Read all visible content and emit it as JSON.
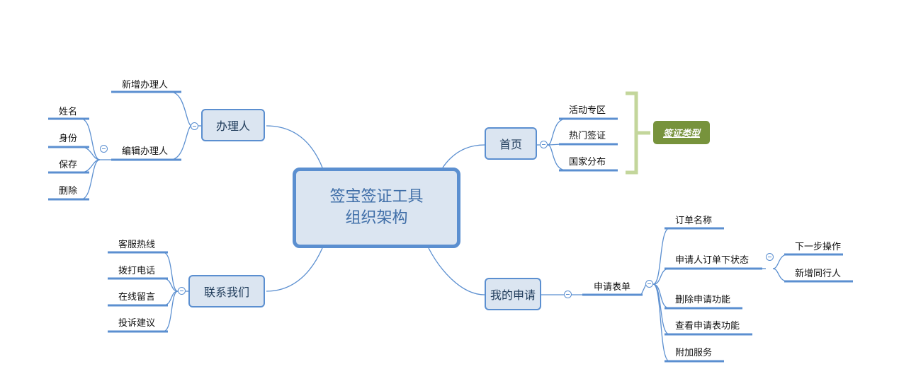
{
  "root": {
    "line1": "签宝签证工具",
    "line2": "组织架构"
  },
  "branches": {
    "banliren": {
      "label": "办理人",
      "children": [
        "新增办理人",
        "编辑办理人"
      ],
      "sub": [
        "姓名",
        "身份",
        "保存",
        "删除"
      ]
    },
    "lianxi": {
      "label": "联系我们",
      "children": [
        "客服热线",
        "拨打电话",
        "在线留言",
        "投诉建议"
      ]
    },
    "shouye": {
      "label": "首页",
      "children": [
        "活动专区",
        "热门签证",
        "国家分布"
      ],
      "summary": "签证类型"
    },
    "shenqing": {
      "label": "我的申请",
      "form": "申请表单",
      "children": [
        "订单名称",
        "申请人订单下状态",
        "删除申请功能",
        "查看申请表功能",
        "附加服务"
      ],
      "status_children": [
        "下一步操作",
        "新增同行人"
      ]
    }
  },
  "colors": {
    "line": "#5b8fd0",
    "node_fill": "#dbe5f1",
    "bracket": "#c3d69b",
    "tag": "#77933c"
  }
}
